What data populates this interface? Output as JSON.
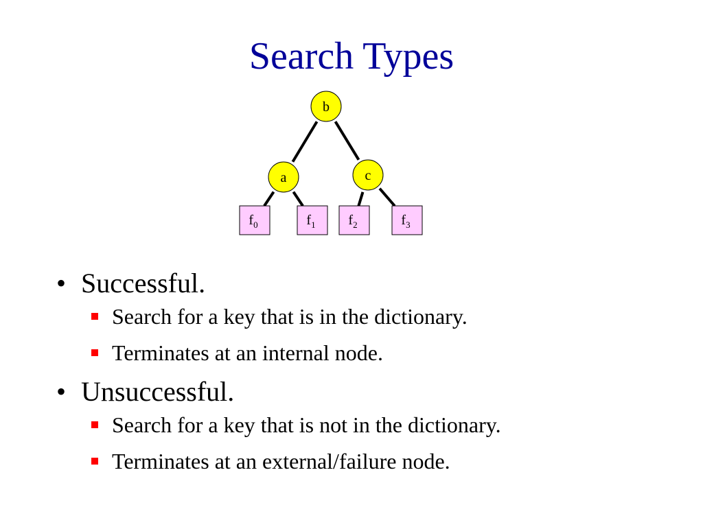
{
  "title": "Search Types",
  "colors": {
    "title": "#000099",
    "internal_node_fill": "#ffff00",
    "external_node_fill": "#ffccff",
    "edge": "#000000",
    "sub_bullet": "#ff0000"
  },
  "tree": {
    "internal_nodes": [
      {
        "id": "b",
        "label": "b"
      },
      {
        "id": "a",
        "label": "a"
      },
      {
        "id": "c",
        "label": "c"
      }
    ],
    "external_nodes": [
      {
        "id": "f0",
        "label": "f",
        "subscript": "0"
      },
      {
        "id": "f1",
        "label": "f",
        "subscript": "1"
      },
      {
        "id": "f2",
        "label": "f",
        "subscript": "2"
      },
      {
        "id": "f3",
        "label": "f",
        "subscript": "3"
      }
    ],
    "edges": [
      [
        "b",
        "a"
      ],
      [
        "b",
        "c"
      ],
      [
        "a",
        "f0"
      ],
      [
        "a",
        "f1"
      ],
      [
        "c",
        "f2"
      ],
      [
        "c",
        "f3"
      ]
    ]
  },
  "bullets": [
    {
      "text": "Successful.",
      "subs": [
        "Search for a key that is in the dictionary.",
        "Terminates at an internal node."
      ]
    },
    {
      "text": "Unsuccessful.",
      "subs": [
        "Search for a key that is not in the dictionary.",
        "Terminates at an external/failure node."
      ]
    }
  ]
}
